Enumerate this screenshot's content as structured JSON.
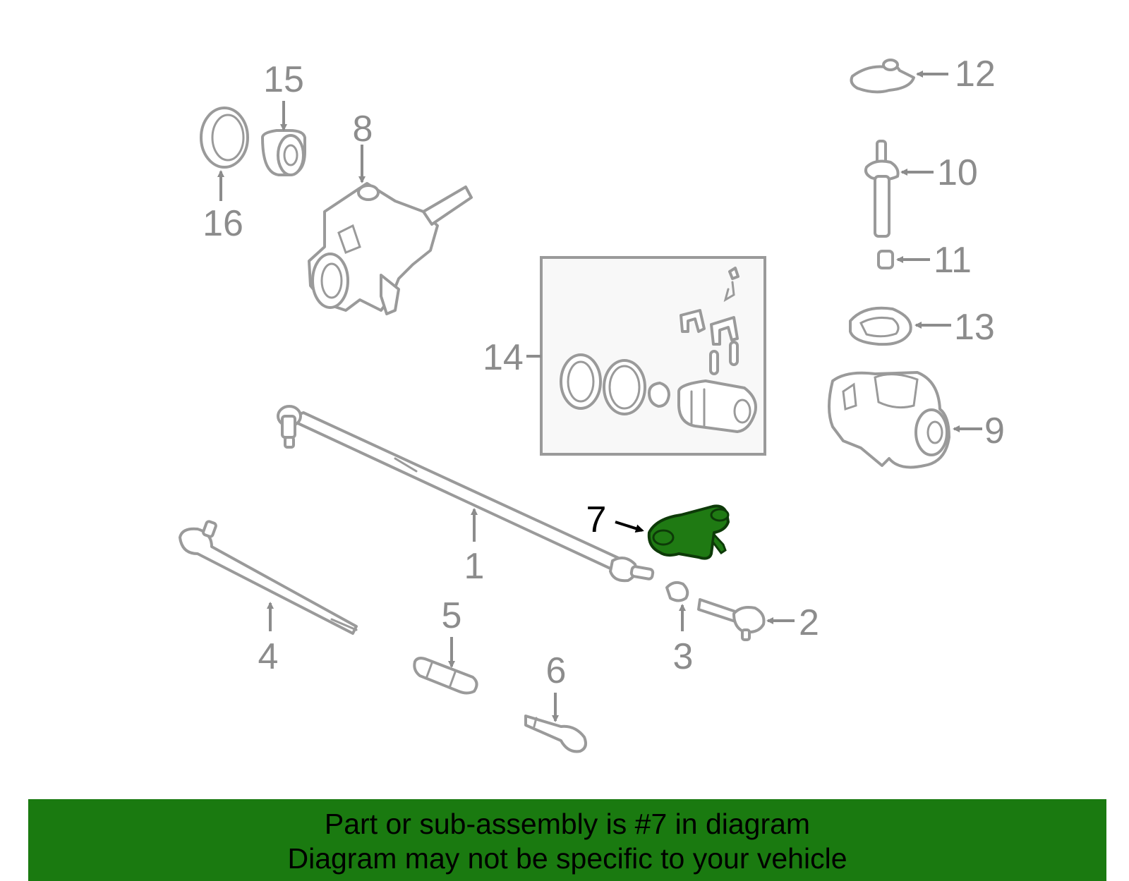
{
  "callouts": {
    "c1": "1",
    "c2": "2",
    "c3": "3",
    "c4": "4",
    "c5": "5",
    "c6": "6",
    "c7": "7",
    "c8": "8",
    "c9": "9",
    "c10": "10",
    "c11": "11",
    "c12": "12",
    "c13": "13",
    "c14": "14",
    "c15": "15",
    "c16": "16"
  },
  "highlighted_part": "7",
  "colors": {
    "highlight": "#1f7a13",
    "banner": "#1a7a10",
    "line_art": "#9a9a9a"
  },
  "banner": {
    "line1": "Part or sub-assembly is #7 in diagram",
    "line2": "Diagram may not be specific to your vehicle"
  }
}
